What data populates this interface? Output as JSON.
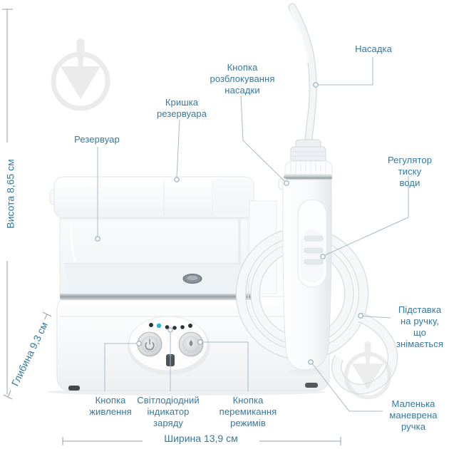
{
  "product": {
    "labels": {
      "nozzle": "Насадка",
      "release_button": "Кнопка\nрозблокування\nнасадки",
      "lid": "Кришка\nрезервуара",
      "reservoir": "Резервуар",
      "pressure_regulator": "Регулятор\nтиску води",
      "stand": "Підставка\nна ручку,\nщо знімається",
      "power_button": "Кнопка\nживлення",
      "led_indicator": "Світлодіодний\nіндикатор\nзаряду",
      "mode_button": "Кнопка\nперемикання\nрежимів",
      "small_handle": "Маленька\nманеврена\nручка"
    },
    "dimensions": {
      "height": "Висота 8,65 см",
      "depth": "Глибина 9,3 см",
      "width": "Ширина 13,9 см"
    },
    "colors": {
      "label_text": "#35789f",
      "leader_line": "#a8bac6",
      "dimension_line": "#94a2ac",
      "led_active": "#28b4d6",
      "led_inactive": "#2d3238",
      "watermark": "#e2e2e2"
    },
    "icons": [
      "trowel-watermark-icon"
    ]
  }
}
